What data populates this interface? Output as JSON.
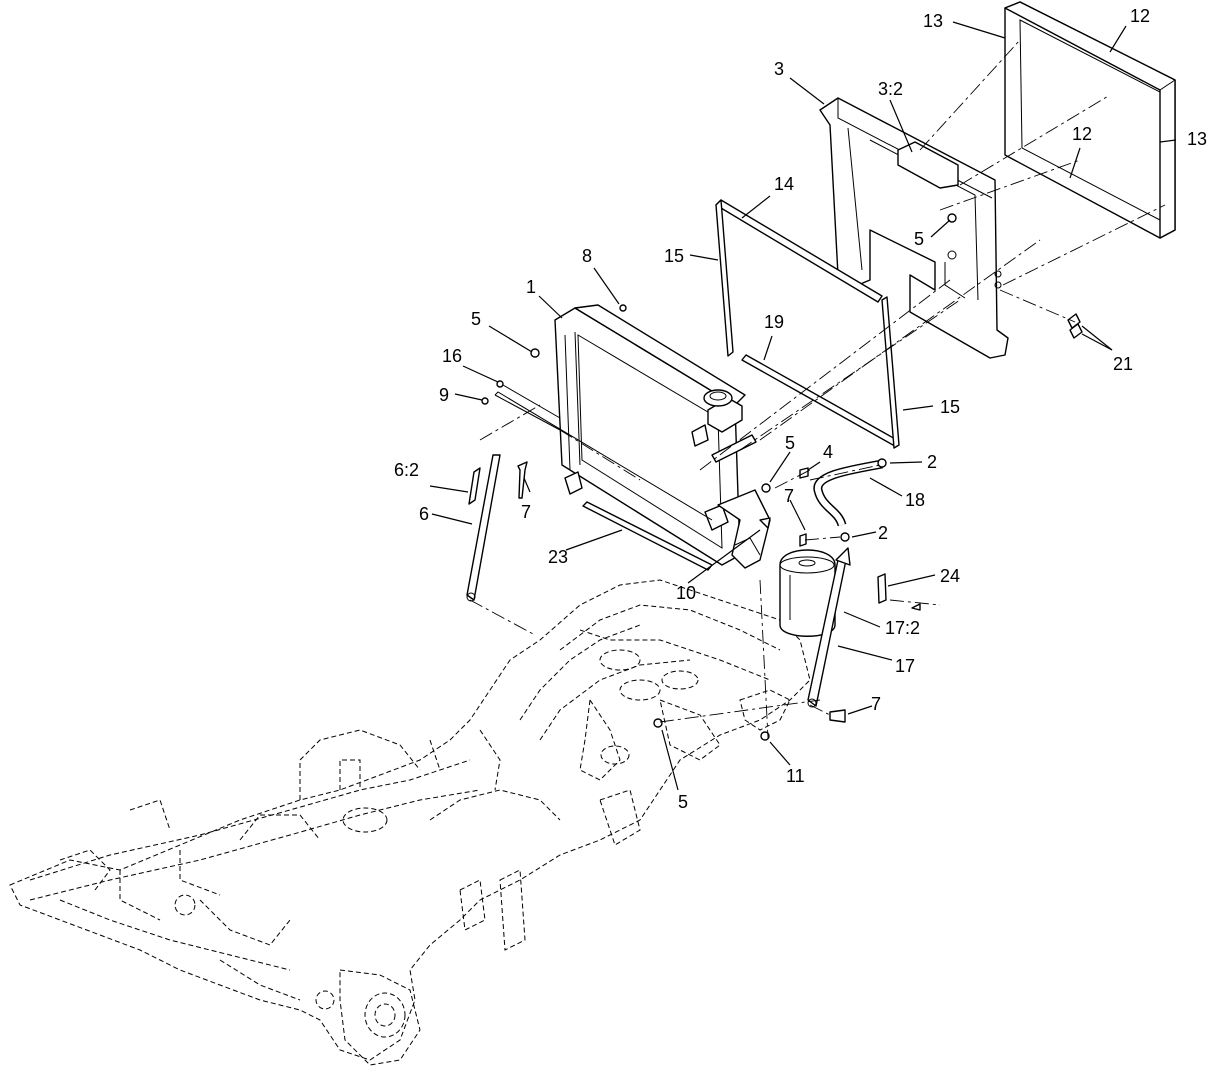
{
  "callouts": [
    {
      "label": "12"
    },
    {
      "label": "13"
    },
    {
      "label": "3"
    },
    {
      "label": "3:2"
    },
    {
      "label": "12"
    },
    {
      "label": "13"
    },
    {
      "label": "14"
    },
    {
      "label": "5"
    },
    {
      "label": "8"
    },
    {
      "label": "15"
    },
    {
      "label": "1"
    },
    {
      "label": "19"
    },
    {
      "label": "5"
    },
    {
      "label": "21"
    },
    {
      "label": "16"
    },
    {
      "label": "9"
    },
    {
      "label": "15"
    },
    {
      "label": "5"
    },
    {
      "label": "4"
    },
    {
      "label": "2"
    },
    {
      "label": "6:2"
    },
    {
      "label": "18"
    },
    {
      "label": "7"
    },
    {
      "label": "6"
    },
    {
      "label": "7"
    },
    {
      "label": "2"
    },
    {
      "label": "23"
    },
    {
      "label": "24"
    },
    {
      "label": "10"
    },
    {
      "label": "17:2"
    },
    {
      "label": "17"
    },
    {
      "label": "7"
    },
    {
      "label": "11"
    },
    {
      "label": "5"
    }
  ],
  "parts": {
    "radiator": "radiator",
    "shroud": "shroud",
    "screen": "screen",
    "seal_strip": "seal-strip",
    "overflow_bottle": "overflow-bottle",
    "frame": "frame"
  }
}
